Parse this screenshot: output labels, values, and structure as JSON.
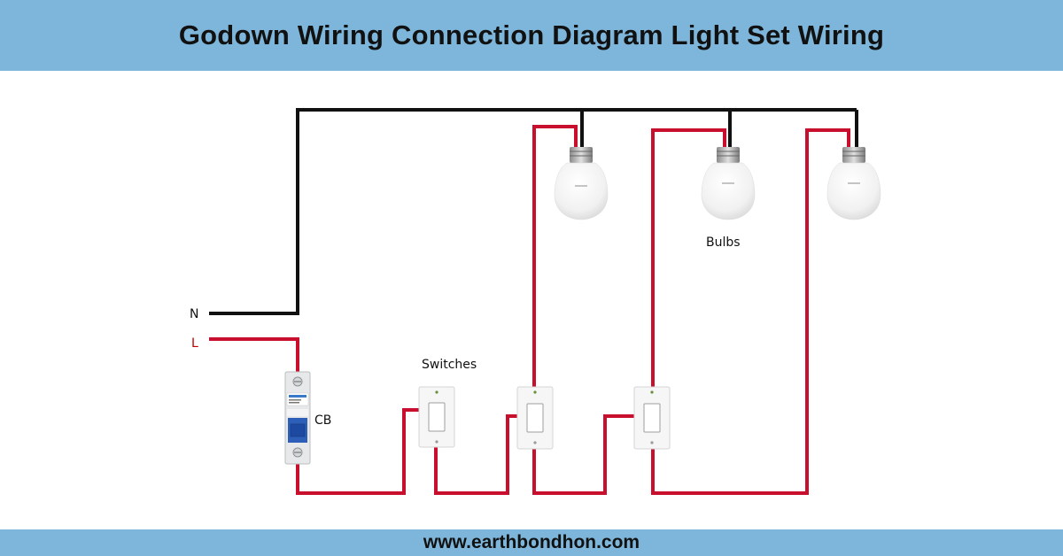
{
  "title": "Godown Wiring Connection Diagram Light Set Wiring",
  "footer": "www.earthbondhon.com",
  "labels": {
    "neutral": "N",
    "live": "L",
    "circuit_breaker": "CB",
    "switches": "Switches",
    "bulbs": "Bulbs"
  },
  "colors": {
    "header_bg": "#7db6da",
    "neutral_wire": "#111111",
    "live_wire": "#c8102e",
    "live_label": "#c00000"
  },
  "icons": [
    "circuit-breaker-icon",
    "switch-icon",
    "bulb-icon"
  ]
}
